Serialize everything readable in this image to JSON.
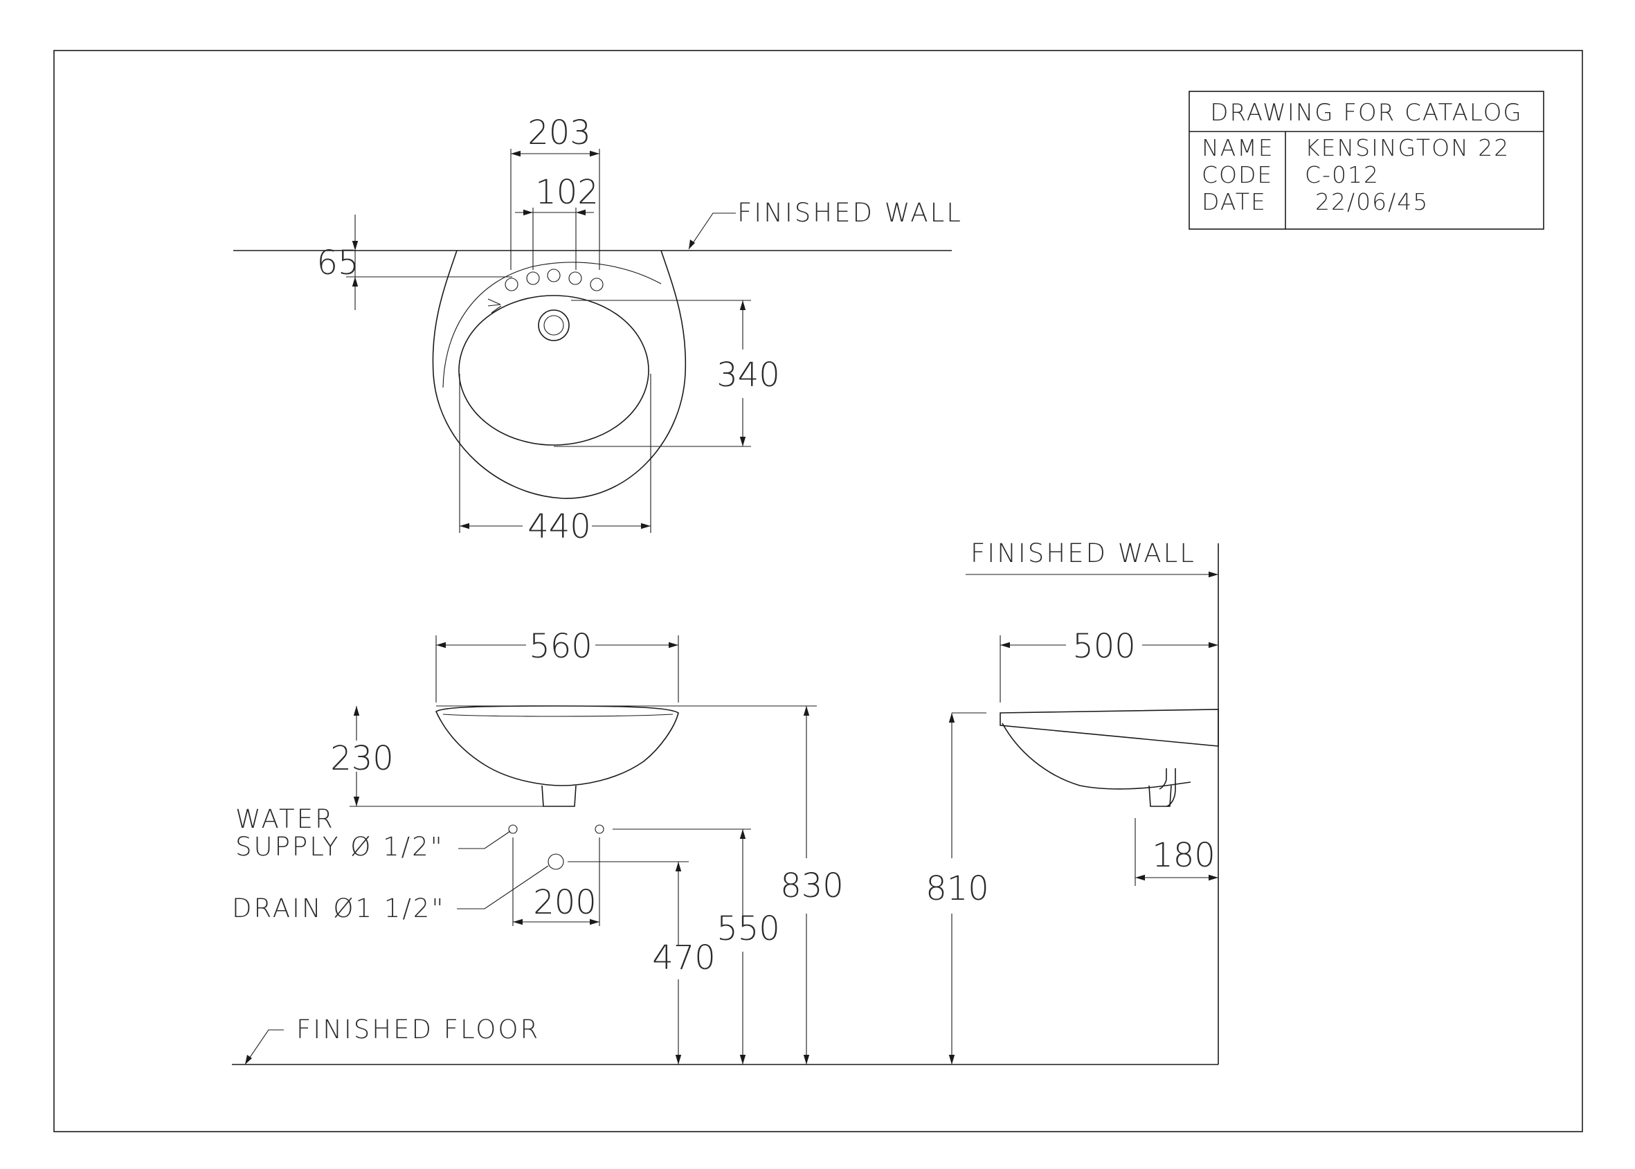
{
  "title_block": {
    "heading": "DRAWING FOR CATALOG",
    "rows": [
      {
        "label": "NAME",
        "value": "KENSINGTON 22"
      },
      {
        "label": "CODE",
        "value": "C-012"
      },
      {
        "label": "DATE",
        "value": "22/06/45"
      }
    ]
  },
  "labels": {
    "finished_wall_top": "FINISHED WALL",
    "finished_wall_side": "FINISHED WALL",
    "finished_floor": "FINISHED FLOOR",
    "water_supply_line1": "WATER",
    "water_supply_line2": "SUPPLY Ø 1/2\"",
    "drain": "DRAIN Ø1  1/2\""
  },
  "dimensions": {
    "tap_span": "203",
    "tap_center": "102",
    "wall_offset": "65",
    "bowl_depth": "340",
    "bowl_width": "440",
    "front_width": "560",
    "basin_height": "230",
    "rim_height": "830",
    "supply_height": "550",
    "drain_height": "470",
    "supply_spacing": "200",
    "side_depth": "500",
    "side_rim_height": "810",
    "waste_offset": "180"
  }
}
